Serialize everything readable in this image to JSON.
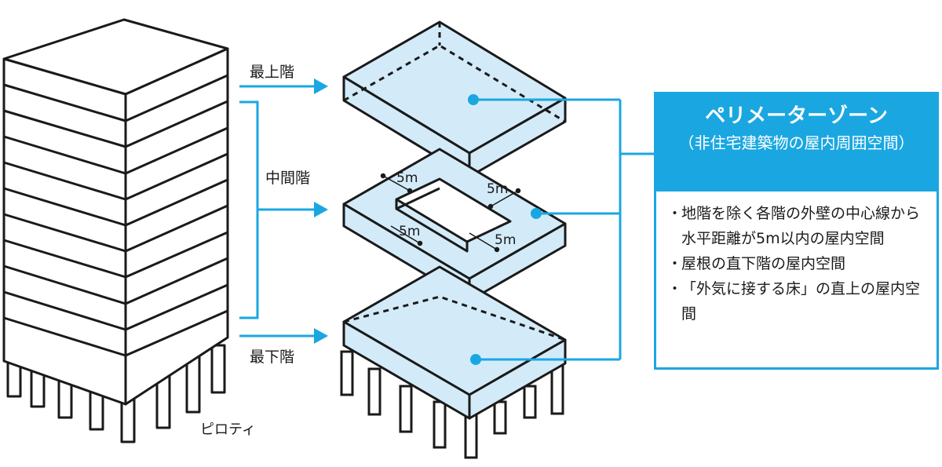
{
  "labels": {
    "top_floor": "最上階",
    "middle_floor": "中間階",
    "bottom_floor": "最下階",
    "piloti": "ピロティ",
    "distance": "5m"
  },
  "panel": {
    "title": "ペリメーターゾーン",
    "subtitle": "（非住宅建築物の屋内周囲空間）",
    "items": [
      "地階を除く各階の外壁の中心線から水平距離が5m以内の屋内空間",
      "屋根の直下階の屋内空間",
      "「外気に接する床」の直上の屋内空間"
    ]
  },
  "colors": {
    "accent": "#1aa7e1",
    "zone_fill": "#d3ebf9",
    "line": "#1a1a1a"
  }
}
